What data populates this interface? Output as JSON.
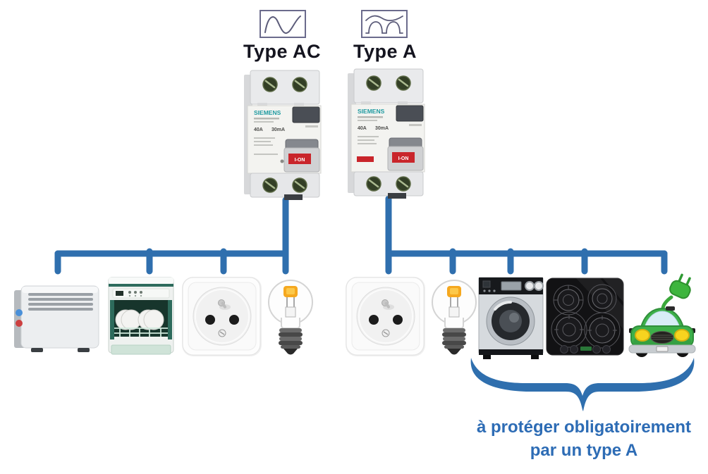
{
  "labels": {
    "type_ac": "Type AC",
    "type_a": "Type A"
  },
  "symbols": {
    "type_ac": "sine-wave",
    "type_a": "pulsating-dc-half-waves"
  },
  "breaker": {
    "brand": "SIEMENS",
    "rating": "40A",
    "sensitivity": "30mA",
    "switch_label": "I-ON"
  },
  "circuits": {
    "type_ac_appliances": [
      "electric-heater",
      "dishwasher",
      "wall-socket",
      "light-bulb"
    ],
    "type_a_appliances": [
      "wall-socket",
      "light-bulb",
      "washing-machine",
      "induction-cooktop",
      "electric-car-charger"
    ]
  },
  "caption": {
    "line1": "à protéger obligatoirement",
    "line2": "par un type A"
  },
  "colors": {
    "wire_blue": "#2f6fae",
    "caption_blue": "#2d6cb5",
    "siemens_teal": "#1f9aa0",
    "switch_red": "#c9252b"
  }
}
